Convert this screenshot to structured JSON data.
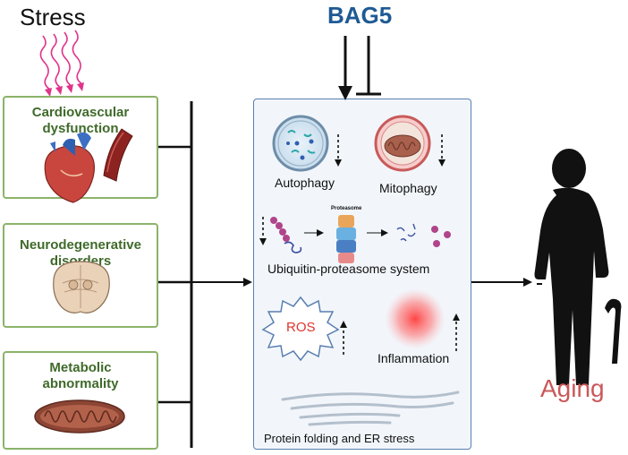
{
  "stress_label": "Stress",
  "bag5_label": "BAG5",
  "conditions": [
    {
      "label": "Cardiovascular\ndysfunction",
      "icon": "heart-icon"
    },
    {
      "label": "Neurodegenerative\ndisorders",
      "icon": "brain-section-icon"
    },
    {
      "label": "Metabolic\nabnormality",
      "icon": "mitochondrion-icon"
    }
  ],
  "processes": {
    "autophagy": "Autophagy",
    "mitophagy": "Mitophagy",
    "proteasome_small": "Proteasome",
    "ups": "Ubiquitin-proteasome system",
    "ros": "ROS",
    "inflammation": "Inflammation",
    "protein_folding": "Protein folding and ER stress"
  },
  "outcome": "Aging",
  "colors": {
    "bag5": "#1e5a94",
    "condition_border": "#8bb36a",
    "condition_text": "#3f6a2a",
    "center_border": "#5a7fb0",
    "aging": "#c9585a",
    "stress_arrows": "#e0338a",
    "ros_text": "#e0342c"
  }
}
